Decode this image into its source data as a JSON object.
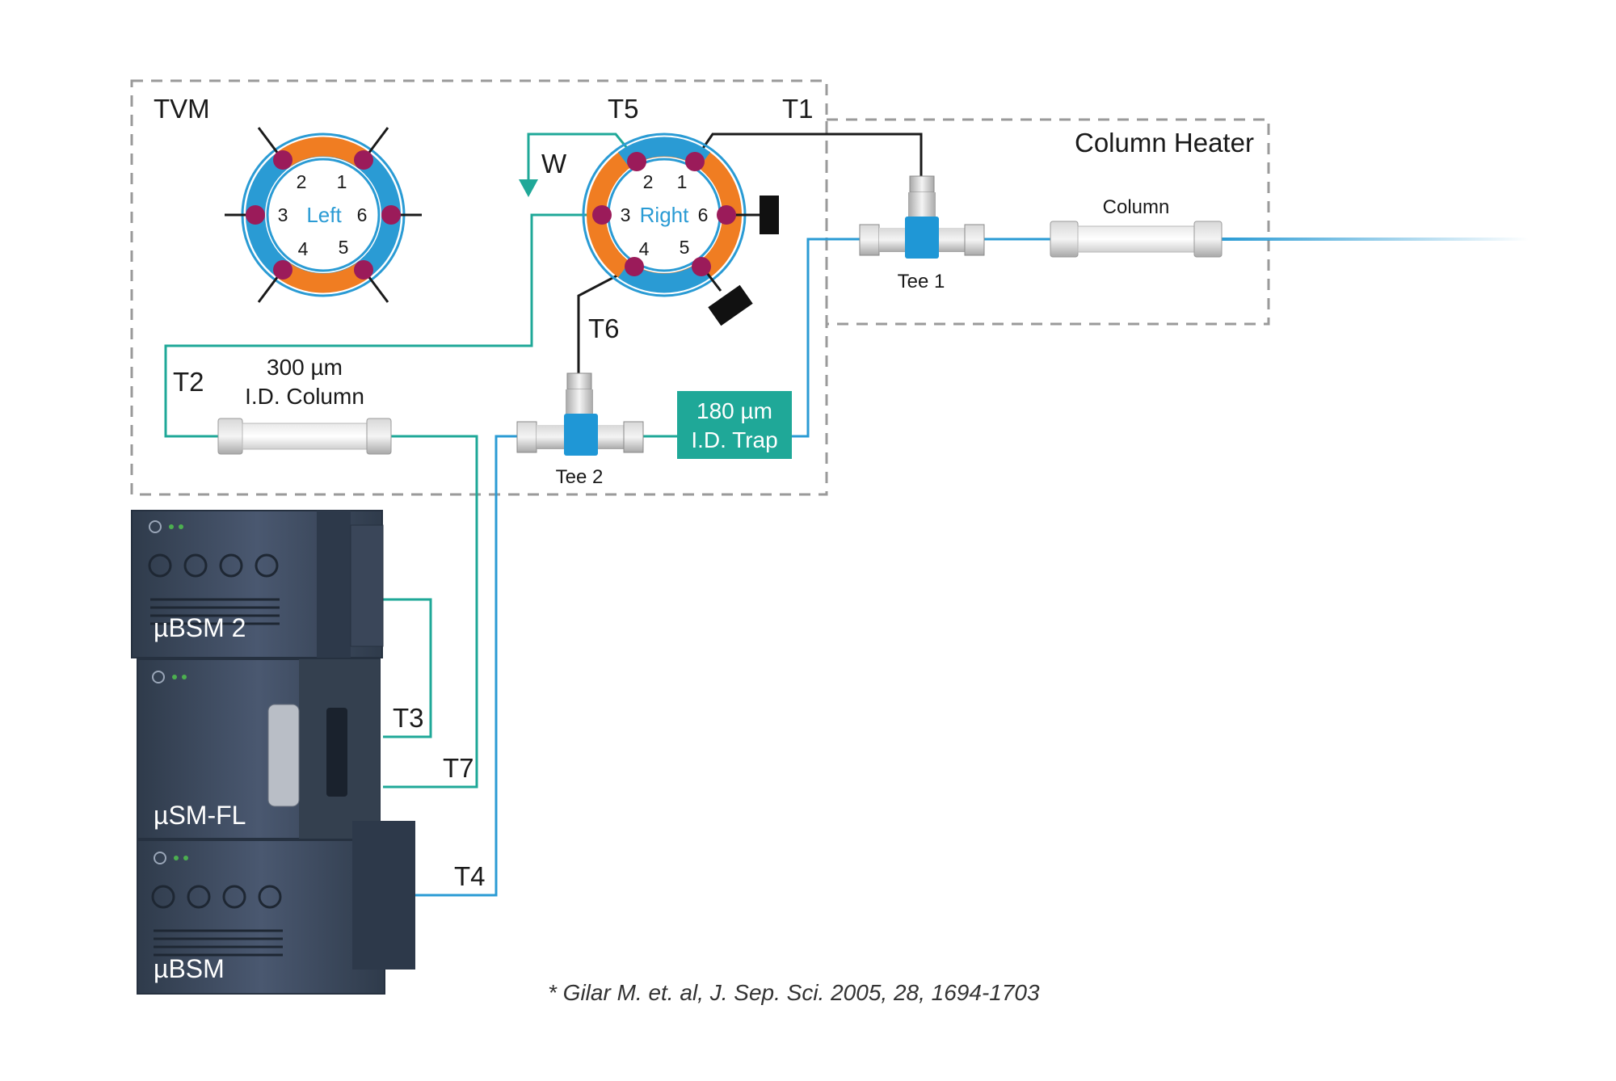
{
  "colors": {
    "teal": "#1fa898",
    "blue": "#2a9bd4",
    "orange": "#f07d22",
    "port": "#9b1b5a",
    "dark_line": "#1a1a1a",
    "box_dash": "#9a9a9a",
    "instrument": "#3d4a5c"
  },
  "tvm": {
    "title": "TVM"
  },
  "column_heater": {
    "title": "Column Heater"
  },
  "left_valve": {
    "name": "Left",
    "ports": [
      "1",
      "2",
      "3",
      "4",
      "5",
      "6"
    ]
  },
  "right_valve": {
    "name": "Right",
    "ports": [
      "1",
      "2",
      "3",
      "4",
      "5",
      "6"
    ]
  },
  "tubing_labels": {
    "t1": "T1",
    "t2": "T2",
    "t3": "T3",
    "t4": "T4",
    "t5": "T5",
    "t6": "T6",
    "t7": "T7",
    "w": "W"
  },
  "components": {
    "id_column_line1": "300 µm",
    "id_column_line2": "I.D. Column",
    "trap_line1": "180 µm",
    "trap_line2": "I.D. Trap",
    "tee1": "Tee 1",
    "tee2": "Tee 2",
    "column": "Column"
  },
  "modules": [
    {
      "name": "µBSM 2"
    },
    {
      "name": "µSM-FL"
    },
    {
      "name": "µBSM"
    }
  ],
  "citation": "* Gilar M. et. al, J. Sep. Sci. 2005, 28, 1694-1703"
}
